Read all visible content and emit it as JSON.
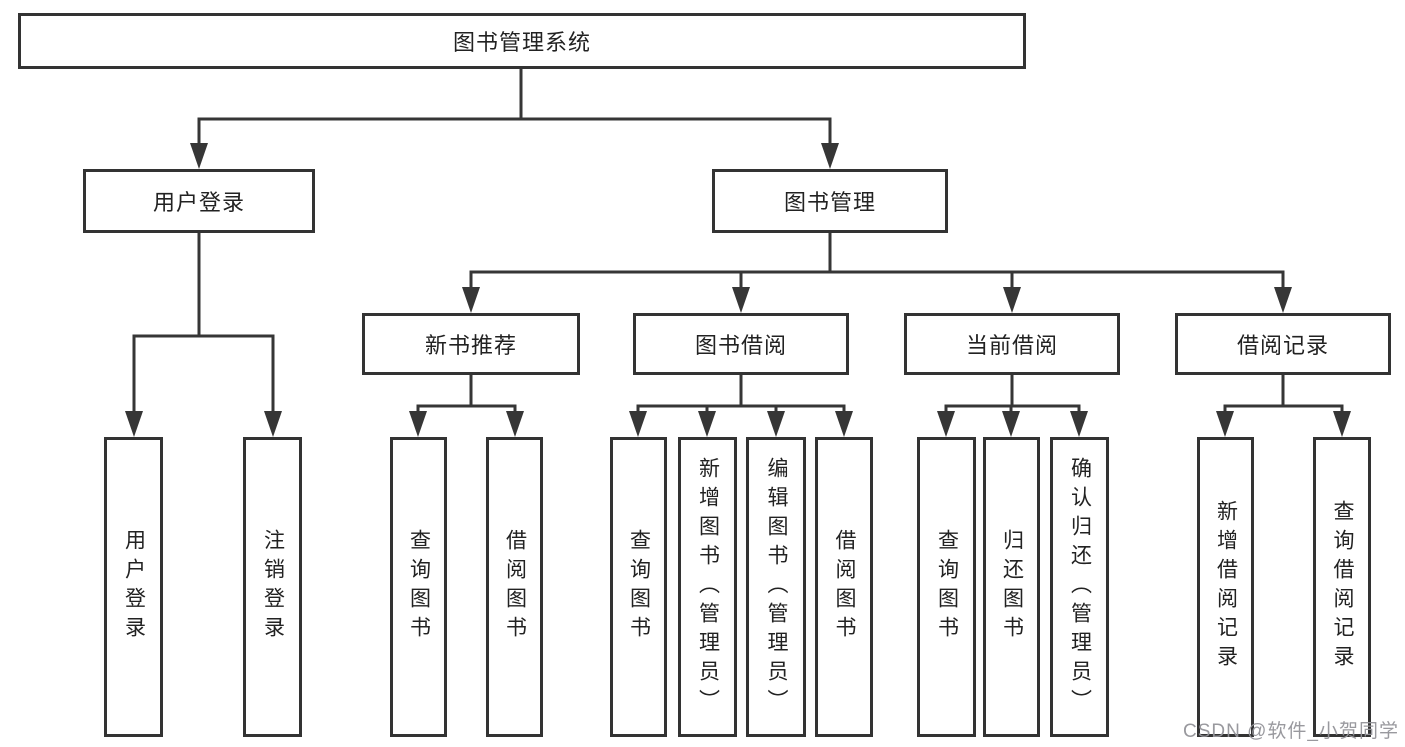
{
  "diagram": {
    "type": "tree-diagram",
    "title": "图书管理系统",
    "watermark": "CSDN @软件_小贺同学",
    "colors": {
      "background": "#ffffff",
      "line": "#363636",
      "box_border": "#333333",
      "text": "#222222",
      "watermark": "#949499"
    },
    "nodes": {
      "root": {
        "label": "图书管理系统"
      },
      "user_login": {
        "label": "用户登录"
      },
      "book_mgmt": {
        "label": "图书管理"
      },
      "login": {
        "label": "用户登录"
      },
      "logout": {
        "label": "注销登录"
      },
      "new_book_rec": {
        "label": "新书推荐"
      },
      "book_borrow": {
        "label": "图书借阅"
      },
      "current_borrow": {
        "label": "当前借阅"
      },
      "borrow_records": {
        "label": "借阅记录"
      },
      "query_books_1": {
        "label": "查询图书"
      },
      "borrow_books_1": {
        "label": "借阅图书"
      },
      "query_books_2": {
        "label": "查询图书"
      },
      "add_books": {
        "label": "新增图书（管理员）"
      },
      "edit_books": {
        "label": "编辑图书（管理员）"
      },
      "borrow_books_2": {
        "label": "借阅图书"
      },
      "query_books_3": {
        "label": "查询图书"
      },
      "return_books": {
        "label": "归还图书"
      },
      "confirm_return": {
        "label": "确认归还（管理员）"
      },
      "add_borrow_record": {
        "label": "新增借阅记录"
      },
      "query_borrow_record": {
        "label": "查询借阅记录"
      }
    },
    "tree": {
      "root": {
        "children": [
          "user_login",
          "book_mgmt"
        ]
      },
      "user_login": {
        "children": [
          "login",
          "logout"
        ]
      },
      "book_mgmt": {
        "children": [
          "new_book_rec",
          "book_borrow",
          "current_borrow",
          "borrow_records"
        ]
      },
      "new_book_rec": {
        "children": [
          "query_books_1",
          "borrow_books_1"
        ]
      },
      "book_borrow": {
        "children": [
          "query_books_2",
          "add_books",
          "edit_books",
          "borrow_books_2"
        ]
      },
      "current_borrow": {
        "children": [
          "query_books_3",
          "return_books",
          "confirm_return"
        ]
      },
      "borrow_records": {
        "children": [
          "add_borrow_record",
          "query_borrow_record"
        ]
      }
    }
  }
}
